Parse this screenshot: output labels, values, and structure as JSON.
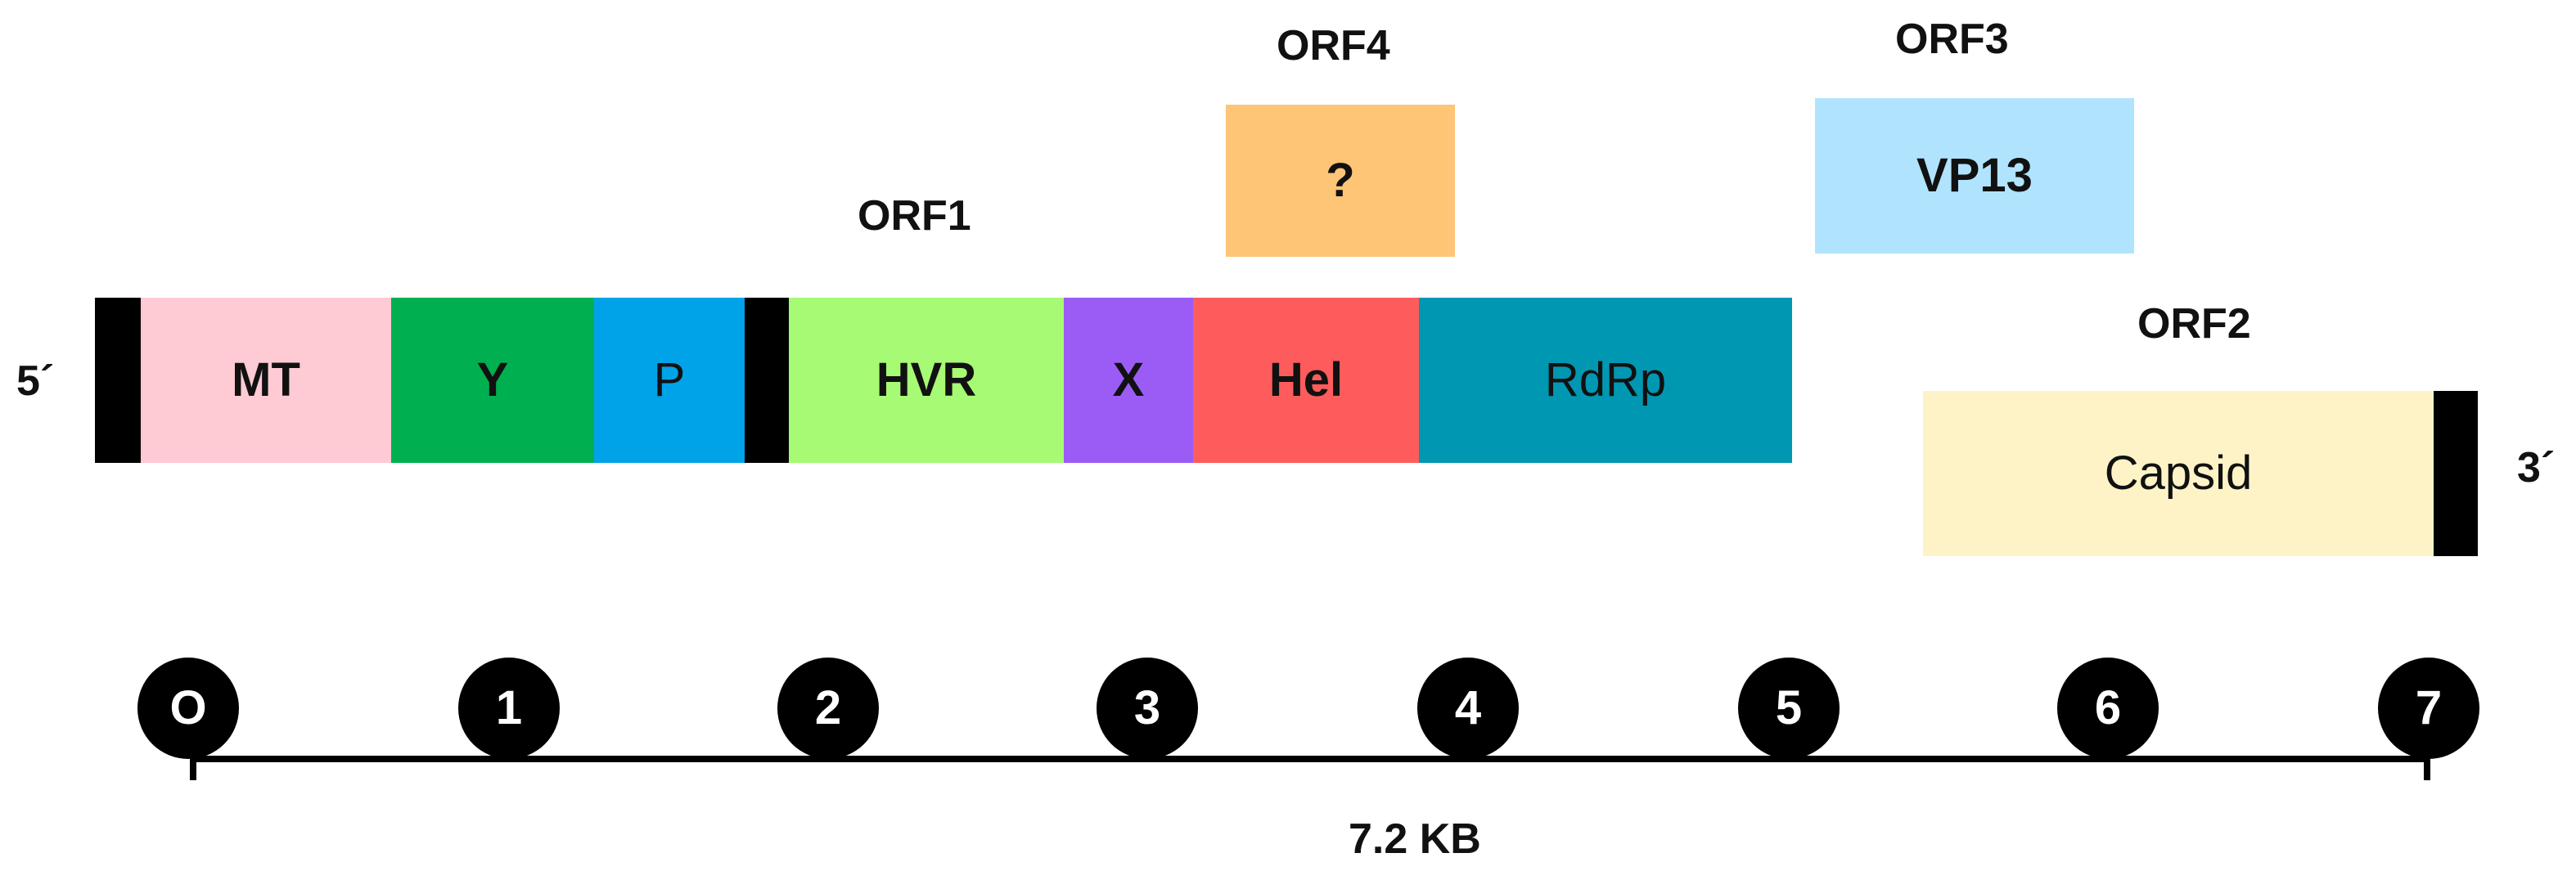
{
  "ends": {
    "five_prime": "5´",
    "three_prime": "3´"
  },
  "orf_labels": {
    "orf1": "ORF1",
    "orf2": "ORF2",
    "orf3": "ORF3",
    "orf4": "ORF4"
  },
  "orf1_domains": [
    {
      "id": "mt",
      "label": "MT",
      "color": "#fecad4"
    },
    {
      "id": "y",
      "label": "Y",
      "color": "#00b050"
    },
    {
      "id": "p",
      "label": "P",
      "color": "#00a2e8"
    },
    {
      "id": "hvr",
      "label": "HVR",
      "color": "#a6fa74"
    },
    {
      "id": "x",
      "label": "X",
      "color": "#9b5cf6"
    },
    {
      "id": "hel",
      "label": "Hel",
      "color": "#fe5c5c"
    },
    {
      "id": "rdrp",
      "label": "RdRp",
      "color": "#0097b2"
    }
  ],
  "orf4_box": {
    "label": "?",
    "color": "#fec576"
  },
  "orf3_box": {
    "label": "VP13",
    "color": "#b0e4fe"
  },
  "orf2_box": {
    "label": "Capsid",
    "color": "#fef3c6"
  },
  "scale": {
    "ticks": [
      "O",
      "1",
      "2",
      "3",
      "4",
      "5",
      "6",
      "7"
    ],
    "label": "7.2 KB"
  }
}
